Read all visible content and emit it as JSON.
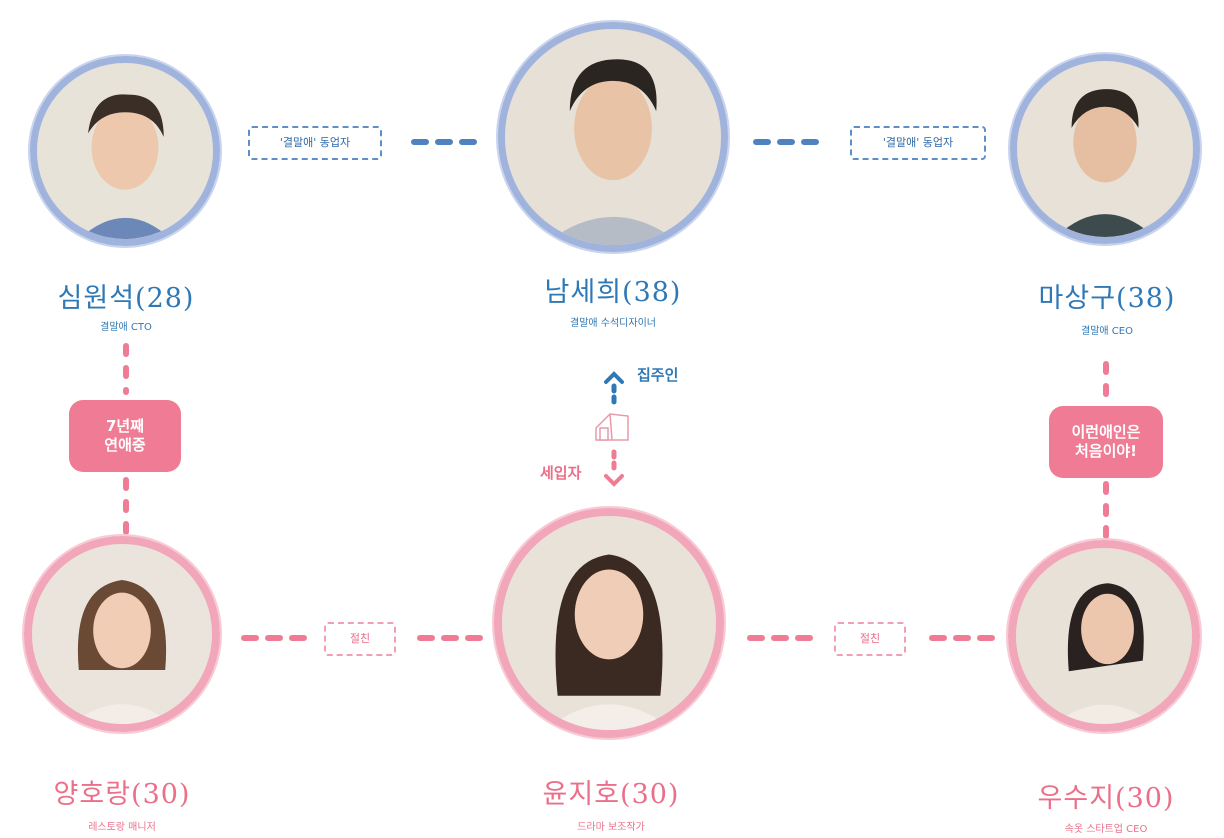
{
  "people": {
    "shim": {
      "name": "심원석(28)",
      "role": "결말애 CTO"
    },
    "nam": {
      "name": "남세희(38)",
      "role": "결말애 수석디자이너"
    },
    "ma": {
      "name": "마상구(38)",
      "role": "결말애 CEO"
    },
    "yang": {
      "name": "양호랑(30)",
      "role": "레스토랑 매니저"
    },
    "yoon": {
      "name": "윤지호(30)",
      "role": "드라마 보조작가"
    },
    "woo": {
      "name": "우수지(30)",
      "role": "속옷 스타트업 CEO"
    }
  },
  "relations": {
    "cofounder_left": "'결말애' 동업자",
    "cofounder_right": "'결말애' 동업자",
    "friend_left": "절친",
    "friend_right": "절친",
    "dating": "7년째\n연애중",
    "first_love": "이런애인은\n처음이야!",
    "landlord": "집주인",
    "tenant": "세입자"
  },
  "colors": {
    "blue": "#2f78b6",
    "pink": "#ec6f8a"
  }
}
